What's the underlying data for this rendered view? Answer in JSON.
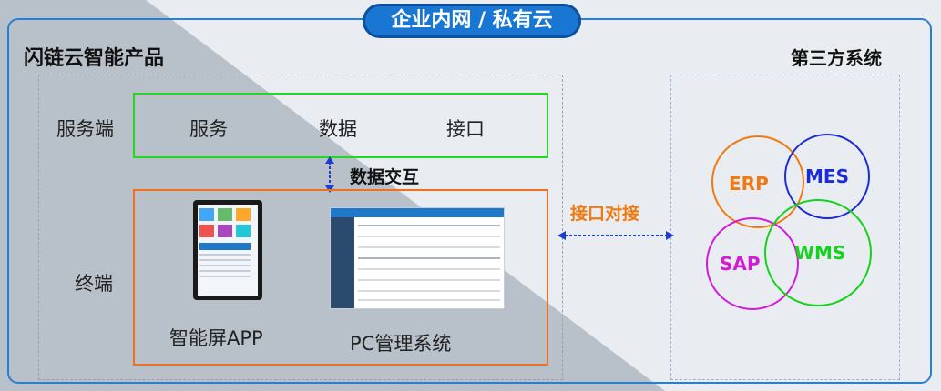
{
  "header": {
    "title": "企业内网 / 私有云"
  },
  "left_panel": {
    "title": "闪链云智能产品",
    "server": {
      "label": "服务端",
      "items": [
        "服务",
        "数据",
        "接口"
      ]
    },
    "exchange_label": "数据交互",
    "terminal": {
      "label": "终端",
      "devices": [
        {
          "name": "智能屏APP",
          "icon": "smart-screen-tablet"
        },
        {
          "name": "PC管理系统",
          "icon": "pc-management-screen"
        }
      ]
    }
  },
  "connector": {
    "label": "接口对接"
  },
  "right_panel": {
    "title": "第三方系统",
    "systems": [
      {
        "name": "ERP",
        "color": "#f07a10"
      },
      {
        "name": "MES",
        "color": "#1c2bd8"
      },
      {
        "name": "SAP",
        "color": "#d21ad8"
      },
      {
        "name": "WMS",
        "color": "#16d11e"
      }
    ]
  },
  "colors": {
    "frame": "#2a7fd1",
    "pill": "#1976d2",
    "server_box": "#22d822",
    "terminal_box": "#f07020",
    "arrow": "#1a3fd0"
  }
}
